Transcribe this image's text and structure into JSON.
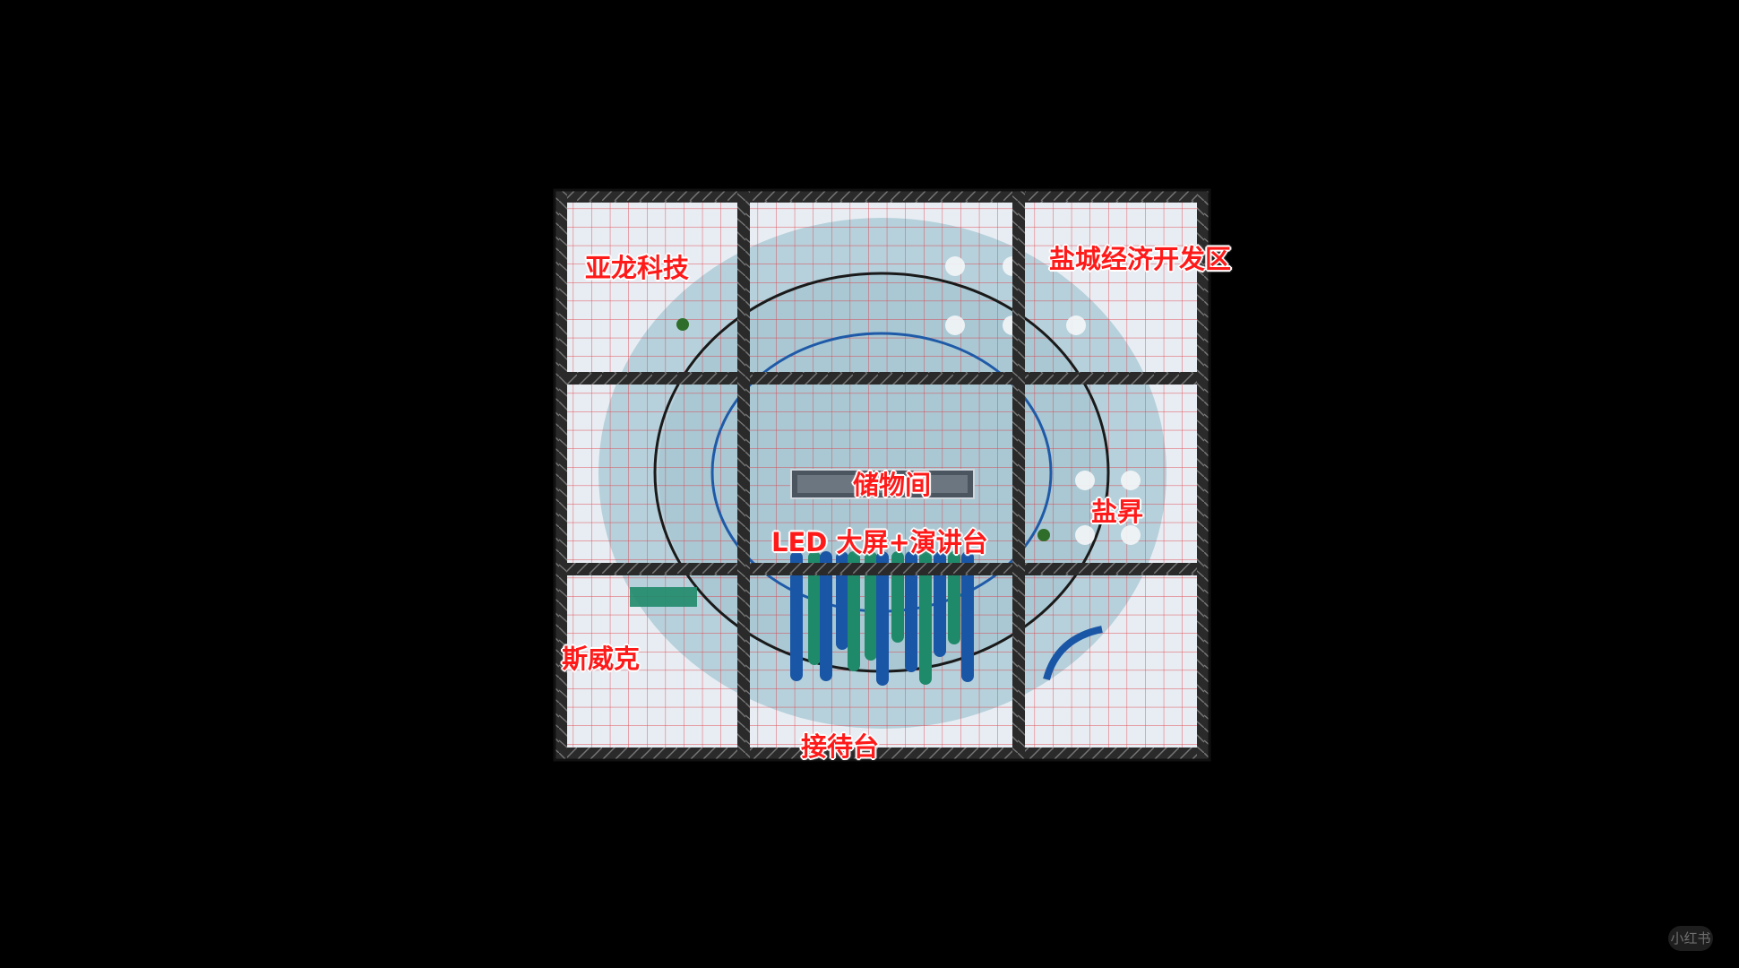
{
  "labels": {
    "yalong": "亚龙科技",
    "yancheng": "盐城经济开发区",
    "storage": "储物间",
    "yansheng": "盐昇",
    "led": "LED 大屏+演讲台",
    "swaik": "斯威克",
    "reception": "接待台"
  },
  "watermark": "小红书",
  "colors": {
    "background": "#000000",
    "floor": "#e8edf3",
    "stage_circle": "#b6d1db",
    "label_red": "#ff1a1a",
    "truss": "#1e1e1e",
    "grid_red": "#e0303a",
    "outer_ring": "#1a1a1a",
    "inner_ring": "#1f5aa8",
    "column_blue": "#1a56a6",
    "column_green": "#1f8a6a"
  }
}
